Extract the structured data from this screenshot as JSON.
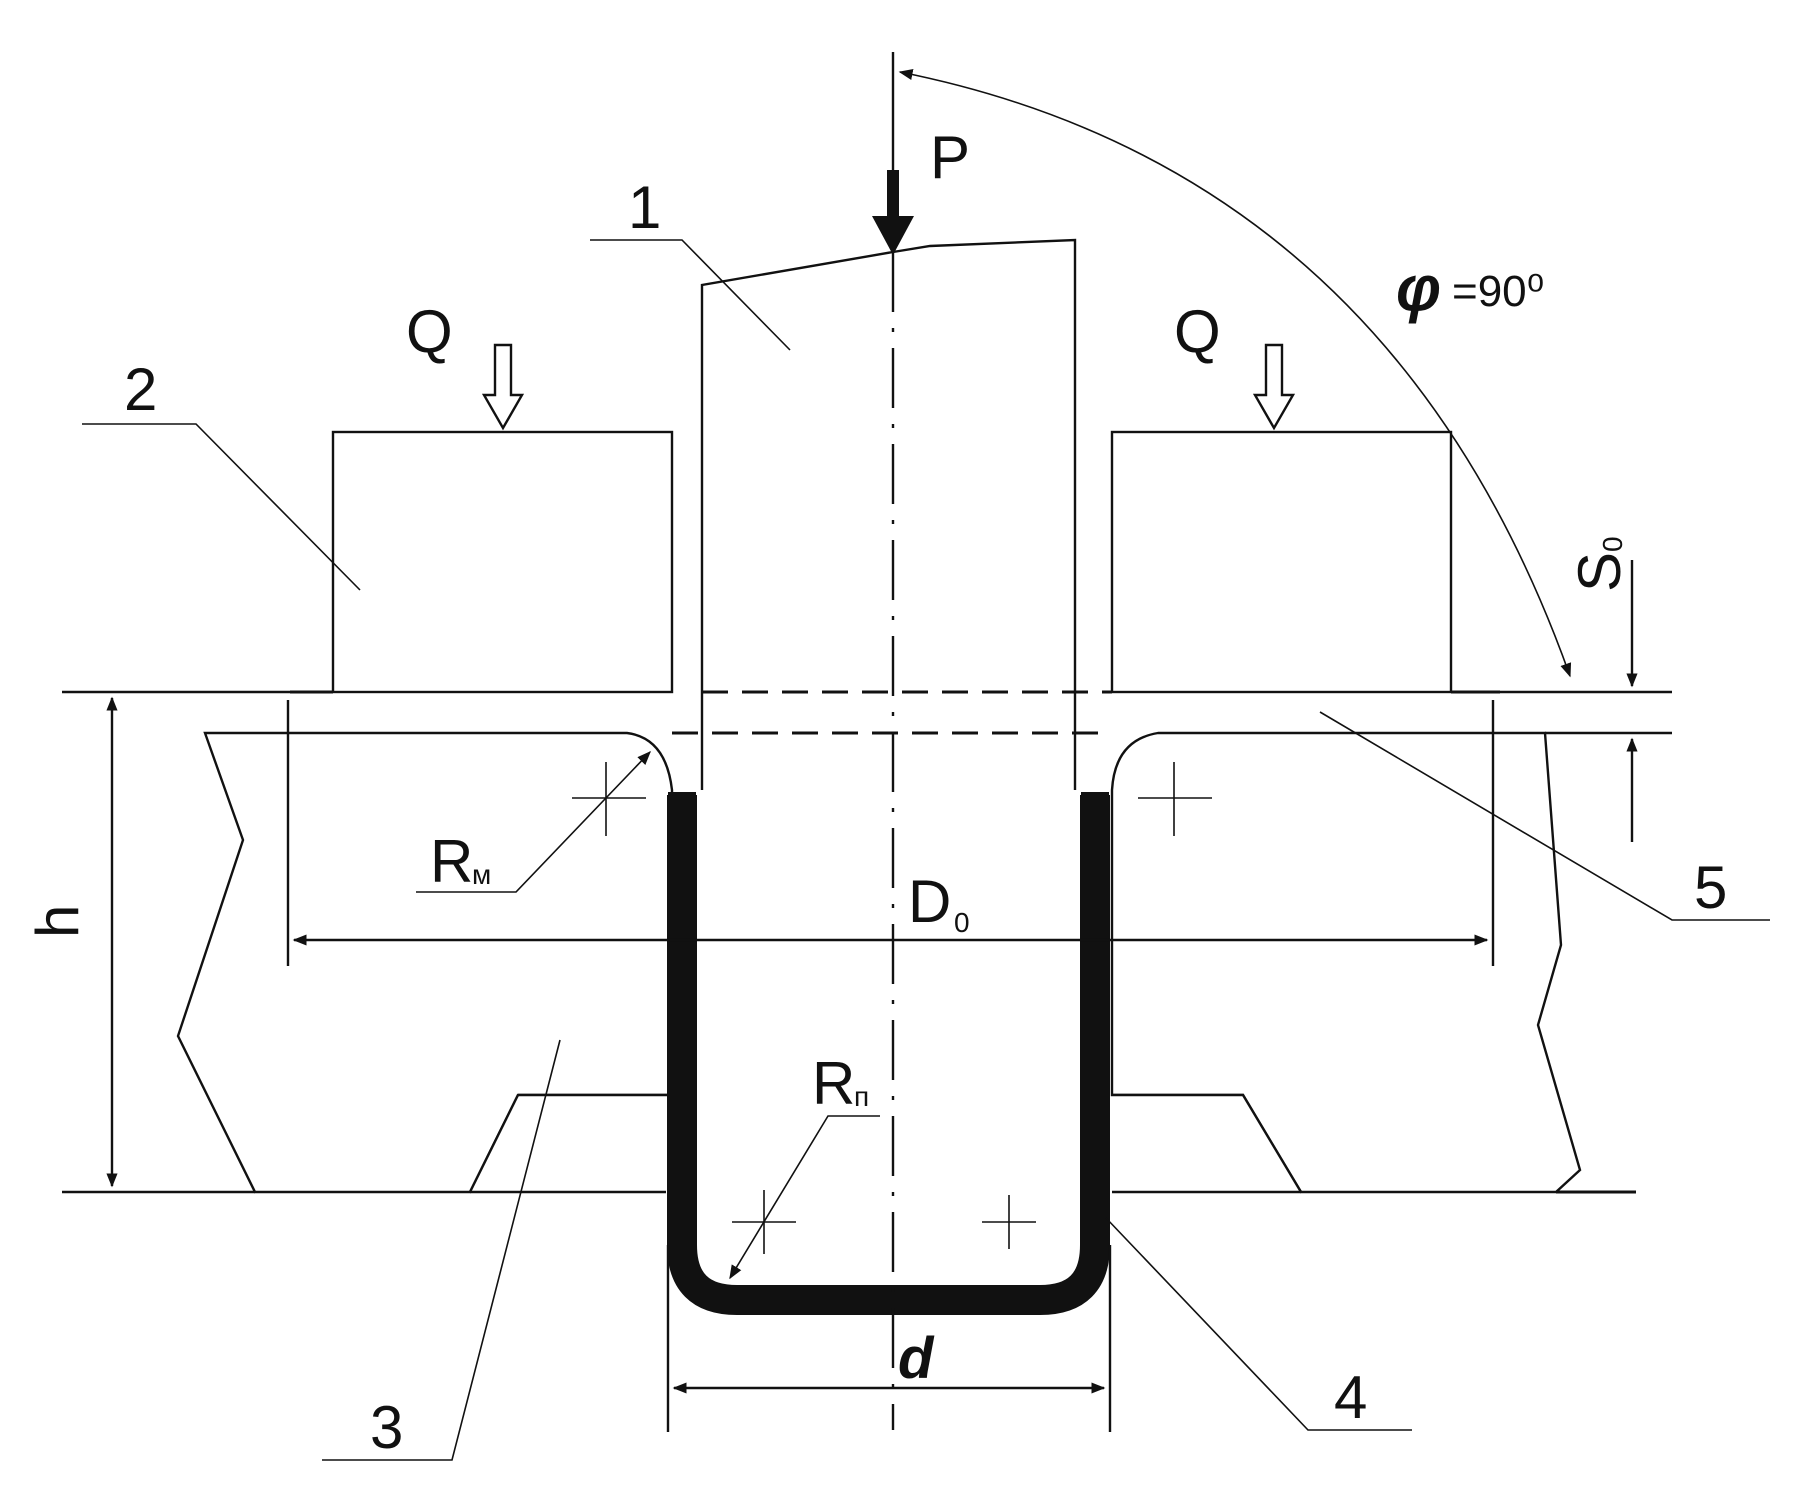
{
  "labels": {
    "force_p": "P",
    "force_q_left": "Q",
    "force_q_right": "Q",
    "angle_symbol": "φ",
    "angle_value": "=90⁰",
    "height": "h",
    "blank_thickness_main": "S",
    "blank_thickness_sub": "0",
    "blank_diameter_main": "D",
    "blank_diameter_sub": "0",
    "die_radius_main": "R",
    "die_radius_sub": "м",
    "punch_radius_main": "R",
    "punch_radius_sub": "п",
    "cup_diameter": "d"
  },
  "callouts": [
    "1",
    "2",
    "3",
    "4",
    "5"
  ],
  "colors": {
    "ink": "#111111",
    "background": "#ffffff"
  }
}
